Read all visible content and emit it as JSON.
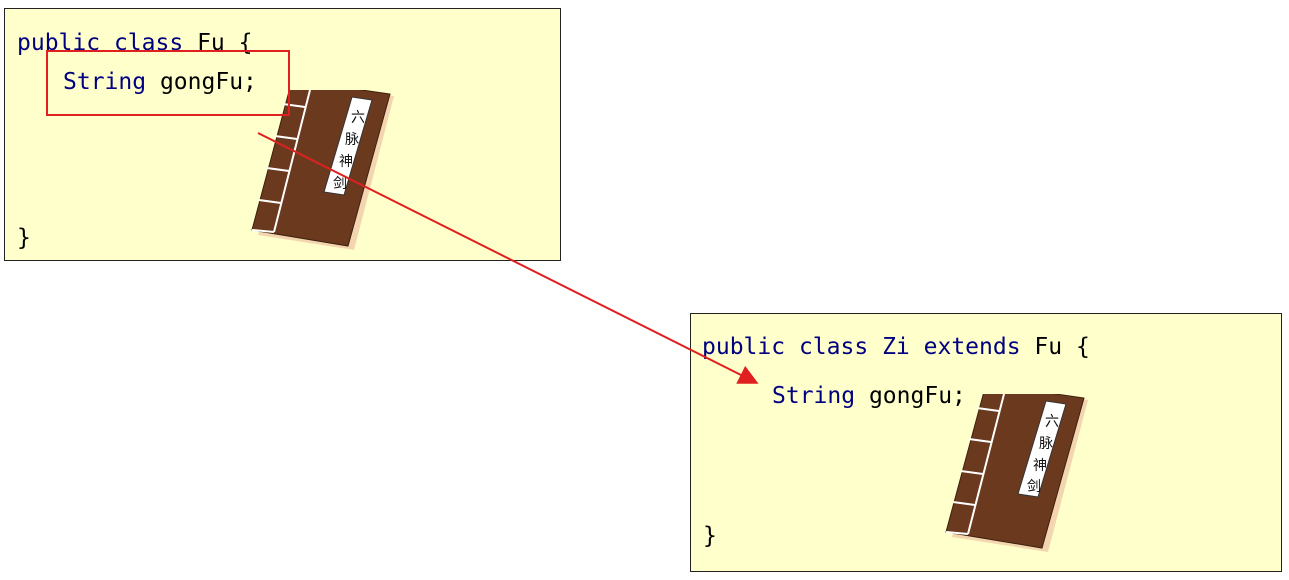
{
  "parent_class": {
    "kw_public": "public",
    "kw_class": "class",
    "name": "Fu",
    "open_brace": "{",
    "field_type": "String",
    "field_name": "gongFu;",
    "close_brace": "}"
  },
  "child_class": {
    "kw_public": "public",
    "kw_class": "class",
    "name": "Zi",
    "kw_extends": "extends",
    "parent": "Fu",
    "open_brace": "{",
    "field_type": "String",
    "field_name": "gongFu;",
    "close_brace": "}"
  },
  "book": {
    "title_chars": [
      "六",
      "脉",
      "神",
      "剑"
    ],
    "cover_color": "#6b3a1e",
    "page_color": "#f3d6b0"
  },
  "colors": {
    "box_bg": "#ffffcc",
    "keyword": "#000080",
    "arrow": "#e02020"
  }
}
